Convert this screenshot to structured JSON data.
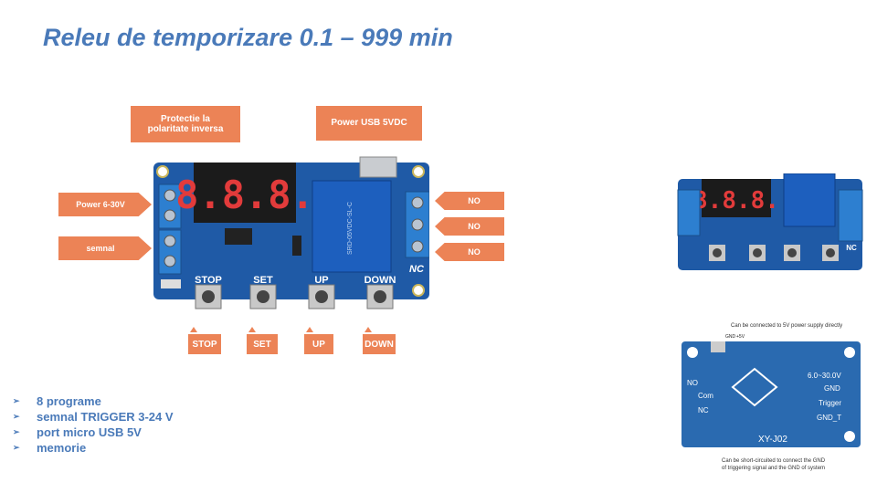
{
  "title": "Releu de temporizare 0.1 – 999 min",
  "callouts": {
    "polarity_line1": "Protectie la",
    "polarity_line2": "polaritate inversa",
    "usb_power": "Power USB 5VDC",
    "power_in": "Power 6-30V",
    "signal": "semnal",
    "no_1": "NO",
    "no_2": "NO",
    "no_3": "NO"
  },
  "buttons": {
    "stop": "STOP",
    "set": "SET",
    "up": "UP",
    "down": "DOWN"
  },
  "board": {
    "display": "8.8.8.",
    "silk_stop": "STOP",
    "silk_set": "SET",
    "silk_up": "UP",
    "silk_down": "DOWN",
    "silk_nc": "NC",
    "relay_text": "SRD-05VDC-SL-C"
  },
  "back_board": {
    "top_note": "Can be connected to 5V power supply directly",
    "gnd_label": "GND",
    "plus5_label": "+5V",
    "no": "NO",
    "com": "Com",
    "nc": "NC",
    "vin": "6.0~30.0V",
    "gnd": "GND",
    "trigger": "Trigger",
    "gnd_t": "GND_T",
    "model": "XY-J02",
    "bottom_note_1": "Can be short-circuited to connect the GND",
    "bottom_note_2": "of triggering signal and the GND of system"
  },
  "features": [
    "8 programe",
    "semnal TRIGGER 3-24 V",
    "port micro USB 5V",
    "memorie"
  ],
  "colors": {
    "title": "#4a7ab9",
    "callout": "#ec8356",
    "pcb": "#1f5aa6",
    "terminal": "#2d7fd0"
  }
}
